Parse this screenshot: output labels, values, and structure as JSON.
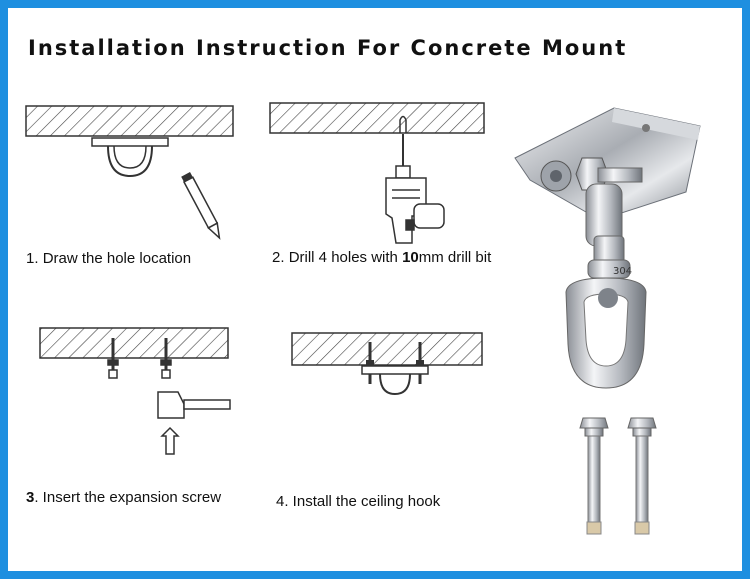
{
  "title": "Installation Instruction For Concrete  Mount",
  "steps": [
    {
      "number": "1.",
      "text": "Draw the hole location"
    },
    {
      "number": "2.",
      "text_before": "Drill 4 holes with",
      "size": "10",
      "text_after": "mm drill bit"
    },
    {
      "number": "3",
      "text": ". Insert the expansion screw"
    },
    {
      "number": "4",
      "text": ". Install the ceiling hook"
    }
  ],
  "swivel_label": "304",
  "colors": {
    "border": "#1e8fe0",
    "line": "#333333",
    "metal": "#b8bcc2"
  }
}
